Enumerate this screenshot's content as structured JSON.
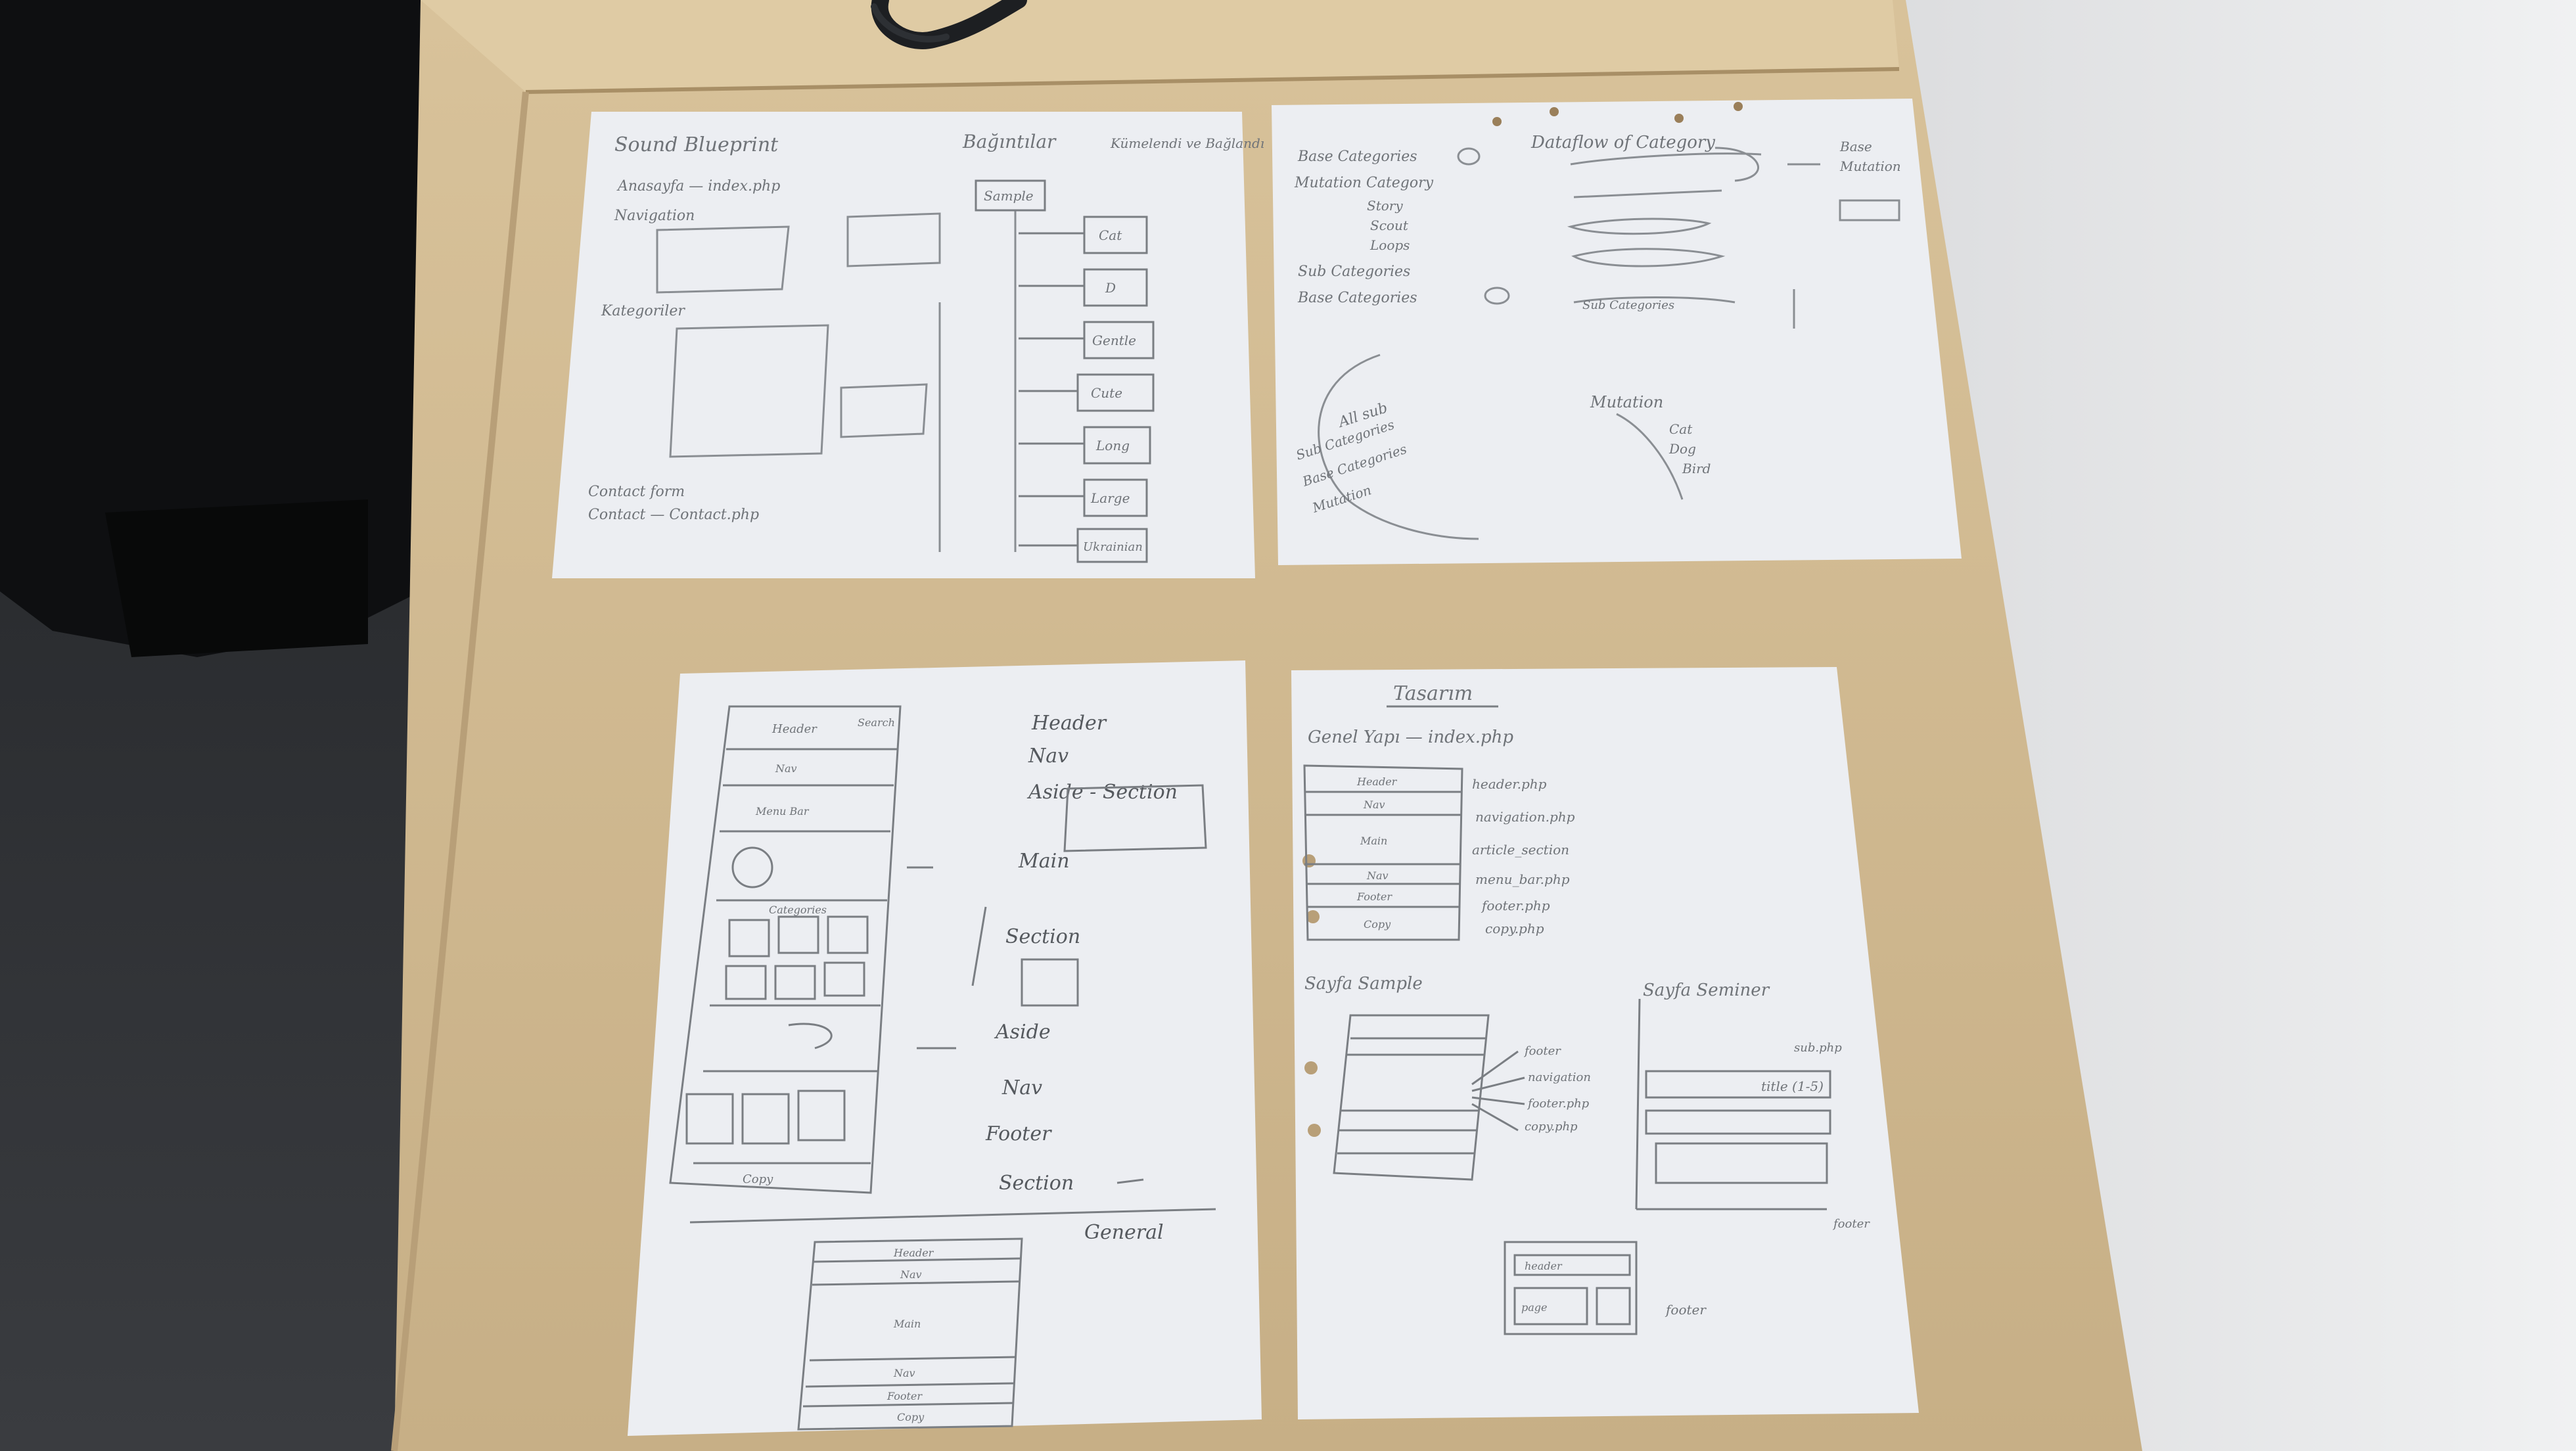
{
  "scene": {
    "description_free": true,
    "colors": {
      "floor": "#2b2d30",
      "desk": "#cdb690",
      "desk_edge": "#b89f78",
      "wall": "#e2e3e4",
      "paper": "#eceef2",
      "pencil": "#7a7e83",
      "dark_corner": "#0e0f11"
    }
  },
  "sheets": {
    "top_left": {
      "title_a": "Sound Blueprint",
      "title_b": "Bağıntılar",
      "note_tr": "Kümelendi ve Bağlandı",
      "items": [
        "Anasayfa — index.php",
        "Navigation",
        "Kategoriler",
        "Contact form",
        "Contact — Contact.php"
      ],
      "boxes": [
        "Sample",
        "Cat",
        "D",
        "Gentle",
        "Cute",
        "Long",
        "Large",
        "Ukrainian"
      ]
    },
    "top_right": {
      "title": "Dataflow of Category",
      "items": [
        "Base Categories",
        "Mutation Category",
        "Story",
        "Scout",
        "Loops",
        "Sub Categories",
        "Base Categories"
      ],
      "right_items": [
        "Base",
        "Mutation",
        "Sub Categories"
      ],
      "bottom_list": [
        "All sub",
        "Sub Categories",
        "Base Categories",
        "Mutation",
        "Cat",
        "Dog",
        "Bird"
      ]
    },
    "bottom_left": {
      "labels": [
        "Header",
        "Nav",
        "Aside - Section",
        "Main",
        "Section",
        "Aside",
        "Nav",
        "Footer",
        "Section",
        "General"
      ],
      "wireframe": [
        "Header",
        "Search",
        "Nav",
        "Menu Bar",
        "Categories",
        "Copy"
      ],
      "mini_frame": [
        "Header",
        "Nav",
        "Main",
        "Nav",
        "Footer",
        "Copy"
      ]
    },
    "bottom_right": {
      "title": "Tasarım",
      "section_1": "Genel Yapı — index.php",
      "section_1_rows": [
        "Header",
        "Nav",
        "Main",
        "Nav",
        "Footer",
        "Copy"
      ],
      "section_1_notes": [
        "header.php",
        "navigation.php",
        "article_section",
        "menu_bar.php",
        "footer.php",
        "copy.php"
      ],
      "section_2": "Sayfa Sample",
      "section_2_notes": [
        "footer",
        "navigation",
        "footer.php",
        "copy.php"
      ],
      "section_3": "Sayfa Seminer",
      "section_3_notes": [
        "sub.php",
        "title (1-5)",
        "footer",
        "header",
        "page",
        "footer"
      ]
    }
  }
}
